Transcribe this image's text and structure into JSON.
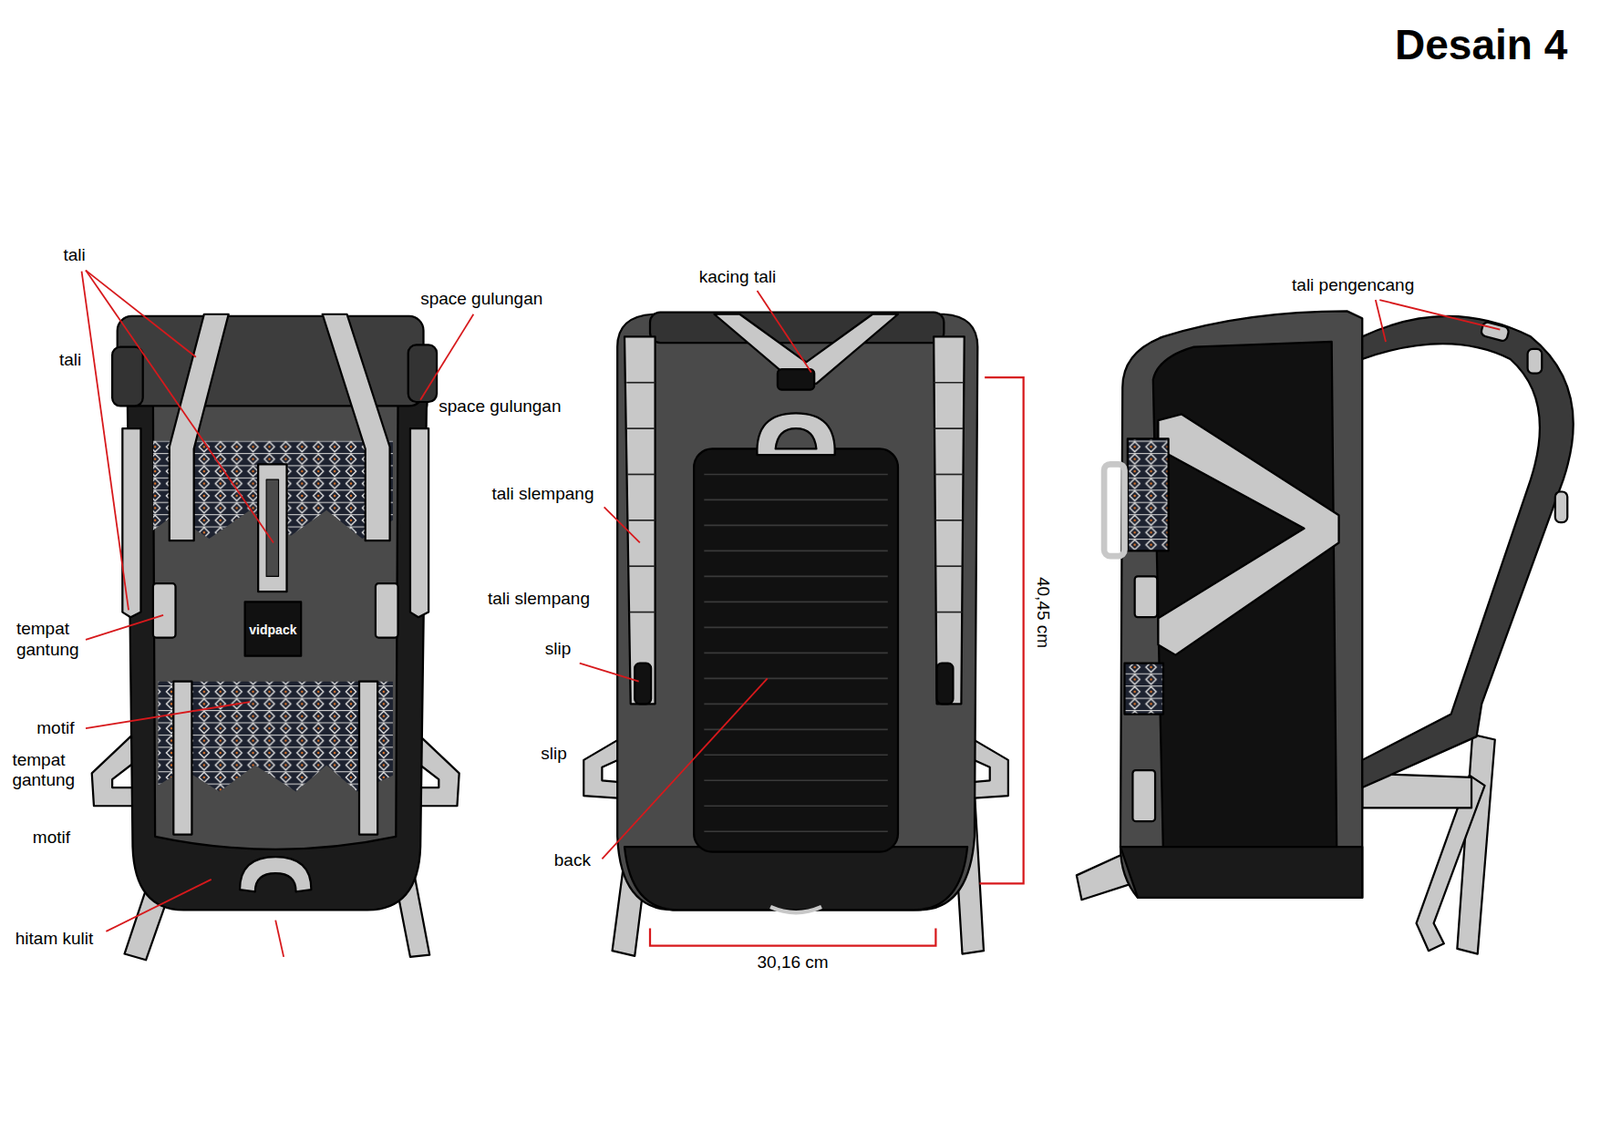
{
  "diagram": {
    "title": "Desain 4",
    "labels": [
      "tali",
      "tali",
      "space gulungan",
      "space gulungan",
      "vidpack",
      "tempat gantung",
      "motif",
      "tempat gantung",
      "motif",
      "hitam kulit",
      "kacing tali",
      "tali slempang",
      "tali slempang",
      "slip",
      "slip",
      "back",
      "40,45 cm",
      "30,16 cm",
      "tali pengencang"
    ]
  }
}
